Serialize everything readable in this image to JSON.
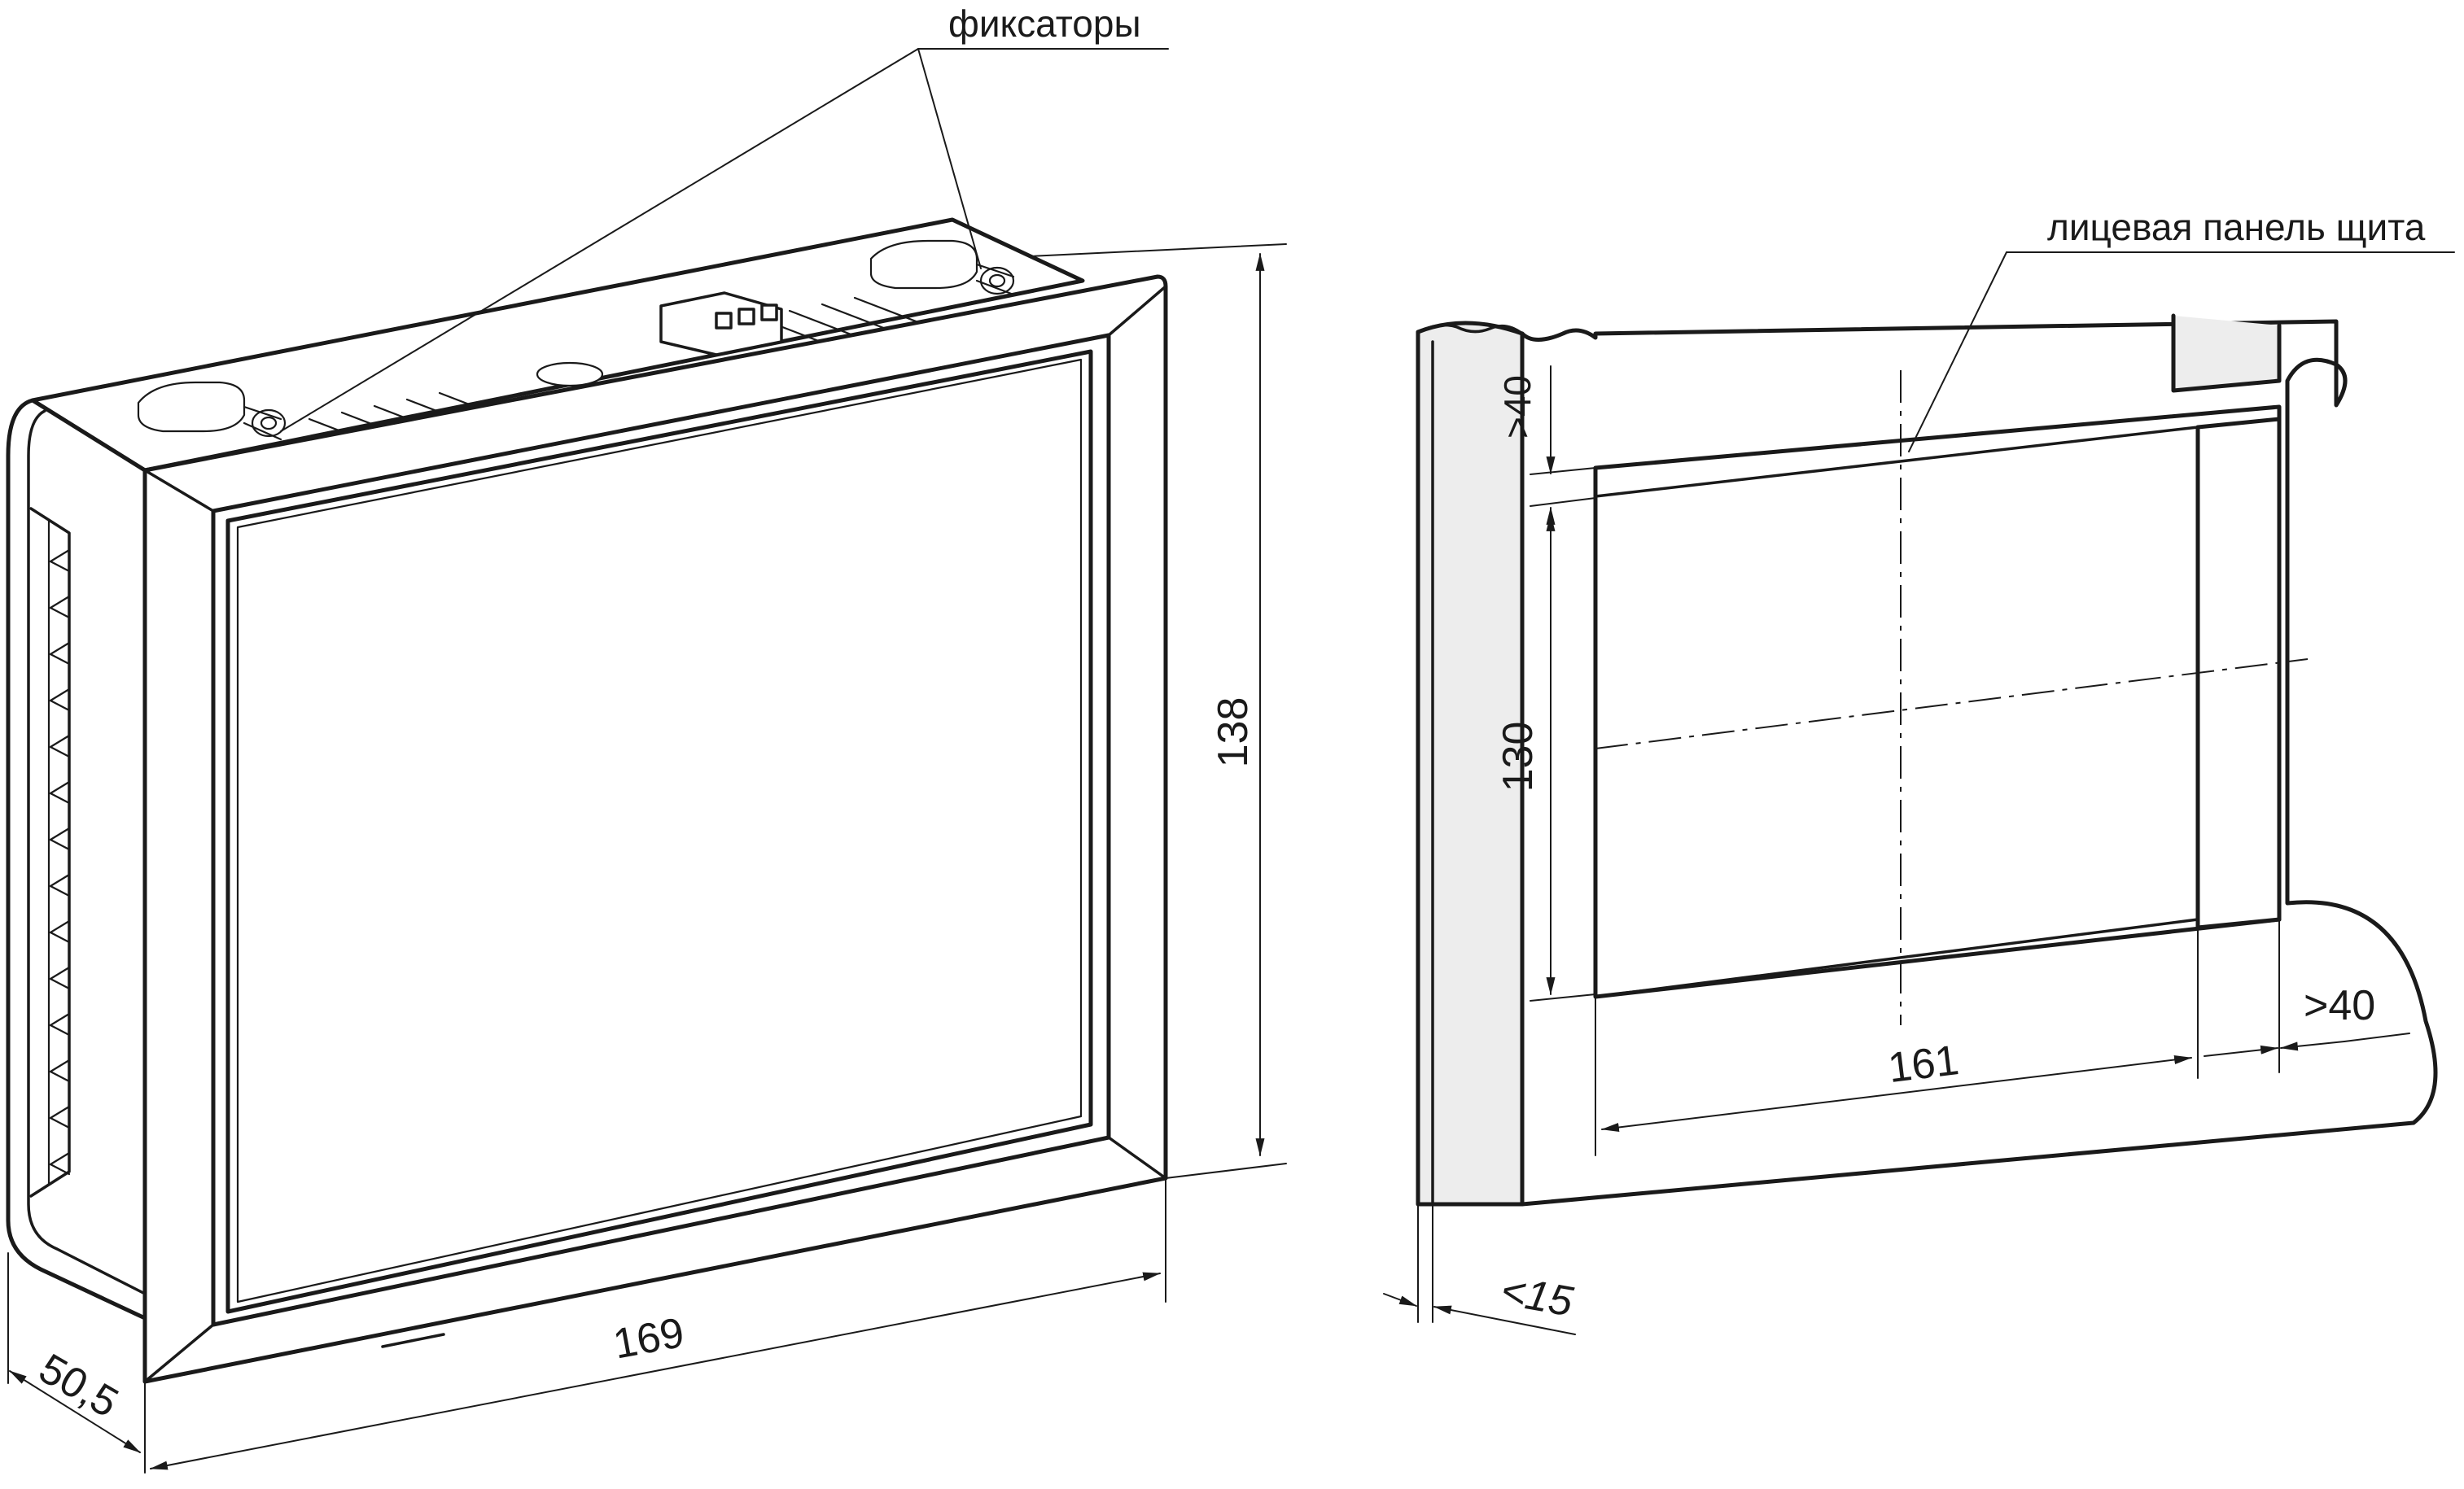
{
  "labels": {
    "latches": "фиксаторы",
    "front_panel": "лицевая панель щита"
  },
  "dimensions": {
    "device_height": "138",
    "device_width": "169",
    "device_depth": "50,5",
    "cutout_height": "130",
    "cutout_width": "161",
    "min_top_margin": ">40",
    "min_side_margin": ">40",
    "max_panel_thickness": "<15"
  },
  "colors": {
    "line": "#1a1a1a",
    "background": "#ffffff",
    "panel_side": "#ededed"
  }
}
